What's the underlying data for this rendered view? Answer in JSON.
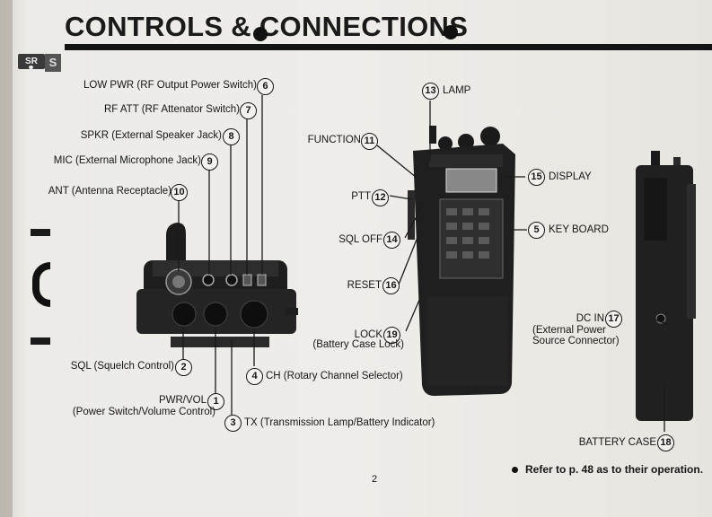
{
  "page": {
    "title": "CONTROLS & CONNECTIONS",
    "logo_text": "SR",
    "tab_letter": "S",
    "page_number": "2",
    "reference_note": "Refer to p. 48 as to their operation."
  },
  "callouts": {
    "pwr_vol": {
      "num": "1",
      "text": "PWR/VOL",
      "sub": "(Power Switch/Volume Control)"
    },
    "sql": {
      "num": "2",
      "text": "SQL (Squelch Control)"
    },
    "tx": {
      "num": "3",
      "text": "TX (Transmission Lamp/Battery Indicator)"
    },
    "ch": {
      "num": "4",
      "text": "CH (Rotary Channel Selector)"
    },
    "key_board": {
      "num": "5",
      "text": "KEY BOARD"
    },
    "low_pwr": {
      "num": "6",
      "text": "LOW PWR (RF Output Power Switch)"
    },
    "rf_att": {
      "num": "7",
      "text": "RF ATT (RF Attenator Switch)"
    },
    "spkr": {
      "num": "8",
      "text": "SPKR (External Speaker Jack)"
    },
    "mic": {
      "num": "9",
      "text": "MIC (External Microphone Jack)"
    },
    "ant": {
      "num": "10",
      "text": "ANT (Antenna Receptacle)"
    },
    "function": {
      "num": "11",
      "text": "FUNCTION"
    },
    "ptt": {
      "num": "12",
      "text": "PTT"
    },
    "lamp": {
      "num": "13",
      "text": "LAMP"
    },
    "sql_off": {
      "num": "14",
      "text": "SQL OFF"
    },
    "display": {
      "num": "15",
      "text": "DISPLAY"
    },
    "reset": {
      "num": "16",
      "text": "RESET"
    },
    "dc_in": {
      "num": "17",
      "text": "DC IN",
      "sub1": "(External Power",
      "sub2": "Source Connector)"
    },
    "battery_case": {
      "num": "18",
      "text": "BATTERY CASE"
    },
    "lock": {
      "num": "19",
      "text": "LOCK",
      "sub": "(Battery Case Lock)"
    }
  }
}
